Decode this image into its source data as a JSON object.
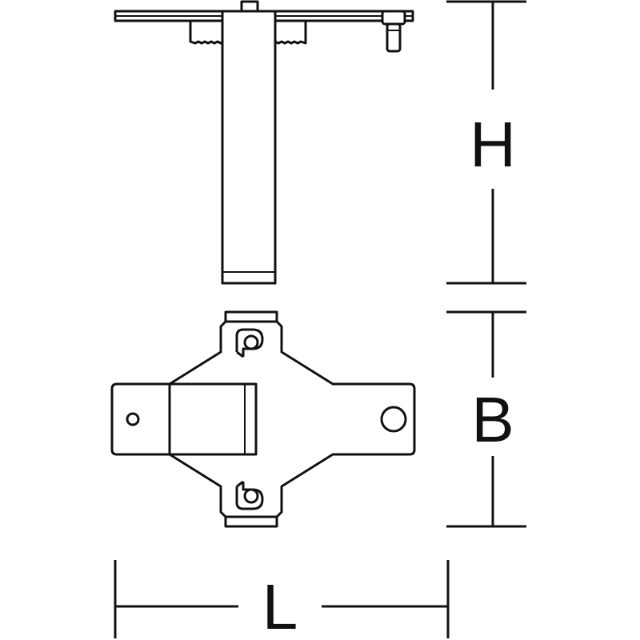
{
  "drawing": {
    "dimensions": {
      "height_label": "H",
      "width_label": "B",
      "length_label": "L"
    },
    "colors": {
      "line": "#111111",
      "background": "#ffffff"
    }
  }
}
